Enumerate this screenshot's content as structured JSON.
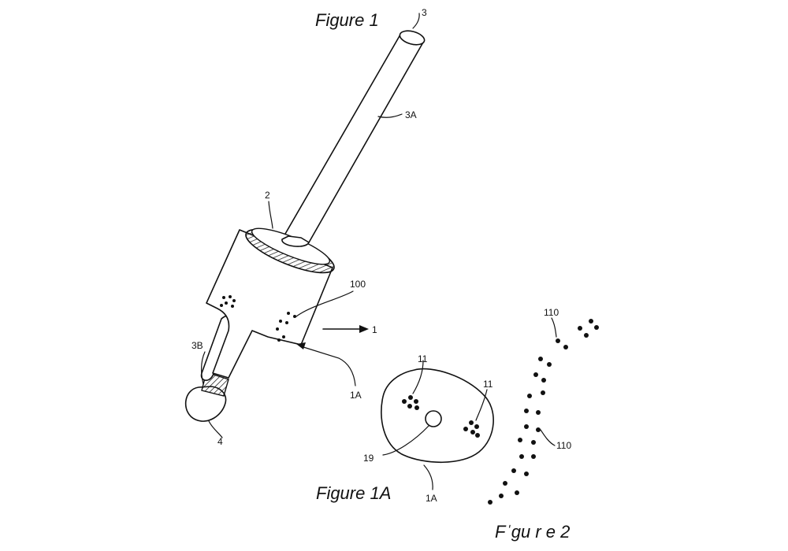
{
  "figures": {
    "fig1": "Figure 1",
    "fig1a": "Figure 1A",
    "fig2": "Fˈgu r e  2"
  },
  "labels": {
    "l3": "3",
    "l3a": "3A",
    "l2": "2",
    "l100": "100",
    "l1": "1",
    "l3b": "3B",
    "l1a": "1A",
    "l4": "4",
    "l11a": "11",
    "l11b": "11",
    "l19": "19",
    "l1a_b": "1A",
    "l110a": "110",
    "l110b": "110"
  }
}
